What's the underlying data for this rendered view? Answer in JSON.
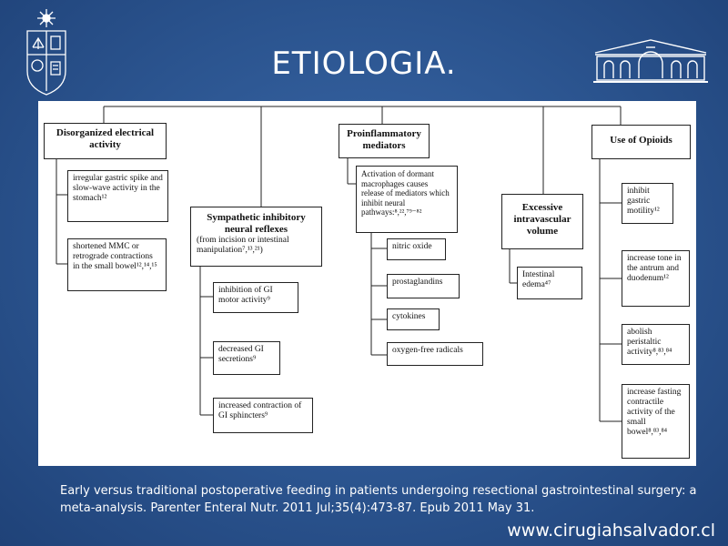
{
  "slide": {
    "title": "ETIOLOGIA.",
    "caption_line1": "Early versus traditional postoperative feeding in patients undergoing resectional gastrointestinal surgery: a",
    "caption_line2": "meta-analysis. Parenter Enteral Nutr. 2011 Jul;35(4):473-87. Epub 2011 May 31.",
    "website": "www.cirugiahsalvador.cl",
    "logos": [
      "university-crest-icon",
      "hospital-building-icon"
    ],
    "background_color": "#2b548f"
  },
  "diagram": {
    "disorganized": {
      "title": "Disorganized electrical activity",
      "items": [
        "irregular gastric spike and slow-wave activity in the stomach¹²",
        "shortened MMC or retrograde contractions in the small bowel¹²,¹⁴,¹⁵"
      ]
    },
    "sympathetic": {
      "title": "Sympathetic inhibitory neural reflexes",
      "subtitle": "(from incision or intestinal manipulation⁷,¹³,²¹)",
      "items": [
        "inhibition of GI motor activity⁹",
        "decreased GI secretions⁹",
        "increased contraction of GI sphincters⁹"
      ]
    },
    "proinflammatory": {
      "title": "Proinflammatory mediators",
      "activation": "Activation of dormant macrophages causes release of mediators which inhibit neural pathways:⁸,²²,⁷⁹⁻⁸²",
      "items": [
        "nitric oxide",
        "prostaglandins",
        "cytokines",
        "oxygen-free radicals"
      ]
    },
    "excessive": {
      "title": "Excessive intravascular volume",
      "items": [
        "Intestinal edema⁴⁷"
      ]
    },
    "opioids": {
      "title": "Use of Opioids",
      "items": [
        "inhibit gastric motility¹²",
        "increase tone in the antrum and duodenum¹²",
        "abolish peristaltic activity⁸,⁸³,⁸⁴",
        "increase fasting contractile activity of the small bowel⁸,⁸³,⁸⁴"
      ]
    }
  }
}
